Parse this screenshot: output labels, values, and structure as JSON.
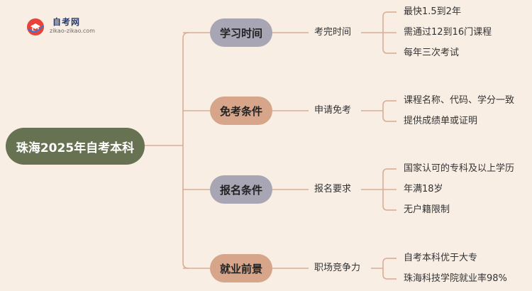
{
  "logo": {
    "name": "自考网",
    "url": "zikao-zikao.com"
  },
  "root": {
    "label": "珠海2025年自考本科"
  },
  "branches": [
    {
      "label": "学习时间",
      "color": "#a8a6b4",
      "sub": "考完时间",
      "leaves": [
        "最快1.5到2年",
        "需通过12到16门课程",
        "每年三次考试"
      ]
    },
    {
      "label": "免考条件",
      "color": "#d7a68a",
      "sub": "申请免考",
      "leaves": [
        "课程名称、代码、学分一致",
        "提供成绩单或证明"
      ]
    },
    {
      "label": "报名条件",
      "color": "#a8a6b4",
      "sub": "报名要求",
      "leaves": [
        "国家认可的专科及以上学历",
        "年满18岁",
        "无户籍限制"
      ]
    },
    {
      "label": "就业前景",
      "color": "#d7a68a",
      "sub": "职场竞争力",
      "leaves": [
        "自考本科优于大专",
        "珠海科技学院就业率98%"
      ]
    }
  ],
  "colors": {
    "line": "#d8ae95",
    "background": "#f8eee4",
    "root": "#667252"
  }
}
